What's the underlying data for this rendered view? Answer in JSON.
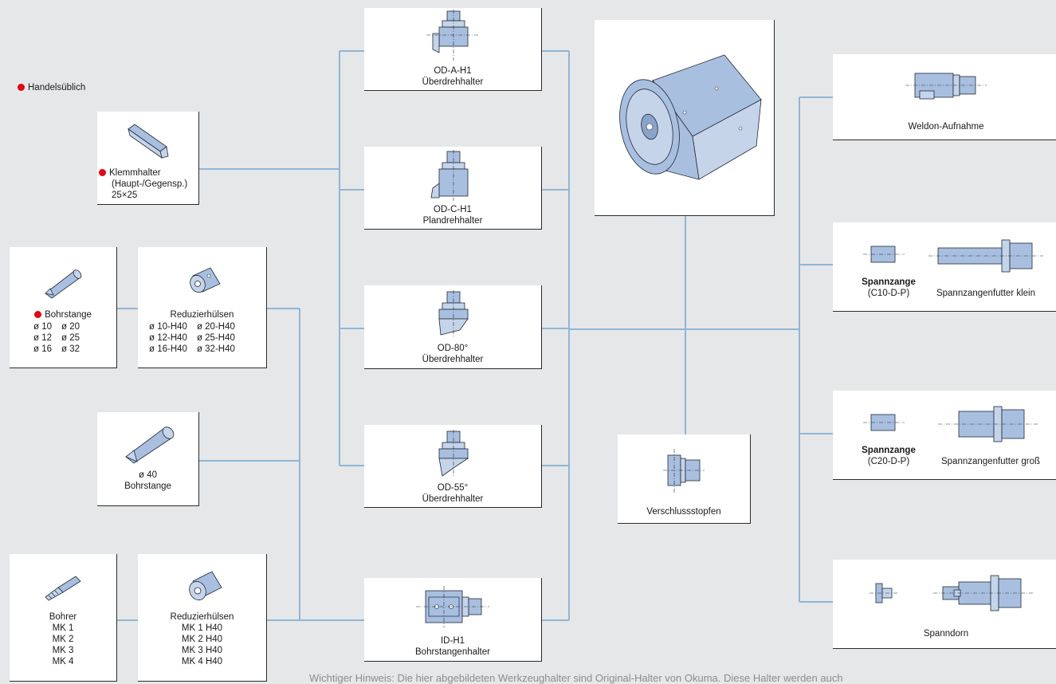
{
  "legend": {
    "text": "Handelsüblich",
    "dot_color": "#e30613"
  },
  "connector_color": "#8fb6d6",
  "boxes": {
    "klemmhalter": {
      "label": "Klemmhalter",
      "line2": "(Haupt-/Gegensp.)",
      "line3": "25×25",
      "commercial": true
    },
    "bohrstange": {
      "label": "Bohrstange",
      "commercial": true,
      "sizes": [
        "ø 10",
        "ø 20",
        "ø 12",
        "ø 25",
        "ø 16",
        "ø 32"
      ]
    },
    "reduzier1": {
      "label": "Reduzierhülsen",
      "sizes": [
        "ø 10-H40",
        "ø 20-H40",
        "ø 12-H40",
        "ø 25-H40",
        "ø 16-H40",
        "ø 32-H40"
      ]
    },
    "bohrstange40": {
      "line1": "ø 40",
      "line2": "Bohrstange"
    },
    "bohrer": {
      "label": "Bohrer",
      "items": [
        "MK 1",
        "MK 2",
        "MK 3",
        "MK 4"
      ]
    },
    "reduzier2": {
      "label": "Reduzierhülsen",
      "items": [
        "MK 1 H40",
        "MK 2 H40",
        "MK 3 H40",
        "MK 4 H40"
      ]
    },
    "od_a_h1": {
      "line1": "OD-A-H1",
      "line2": "Überdrehhalter"
    },
    "od_c_h1": {
      "line1": "OD-C-H1",
      "line2": "Plandrehhalter"
    },
    "od_80": {
      "line1": "OD-80°",
      "line2": "Überdrehhalter"
    },
    "od_55": {
      "line1": "OD-55°",
      "line2": "Überdrehhalter"
    },
    "id_h1": {
      "line1": "ID-H1",
      "line2": "Bohrstangenhalter"
    },
    "verschluss": {
      "label": "Verschlussstopfen"
    },
    "weldon": {
      "label": "Weldon-Aufnahme"
    },
    "spann_klein": {
      "left_bold": "Spannzange",
      "left_code": "(C10-D-P)",
      "right": "Spannzangenfutter klein"
    },
    "spann_gross": {
      "left_bold": "Spannzange",
      "left_code": "(C20-D-P)",
      "right": "Spannzangenfutter groß"
    },
    "spanndorn": {
      "label": "Spanndorn"
    }
  },
  "footnote": "Wichtiger Hinweis:  Die hier abgebildeten Werkzeughalter sind Original-Halter von Okuma. Diese Halter werden auch"
}
